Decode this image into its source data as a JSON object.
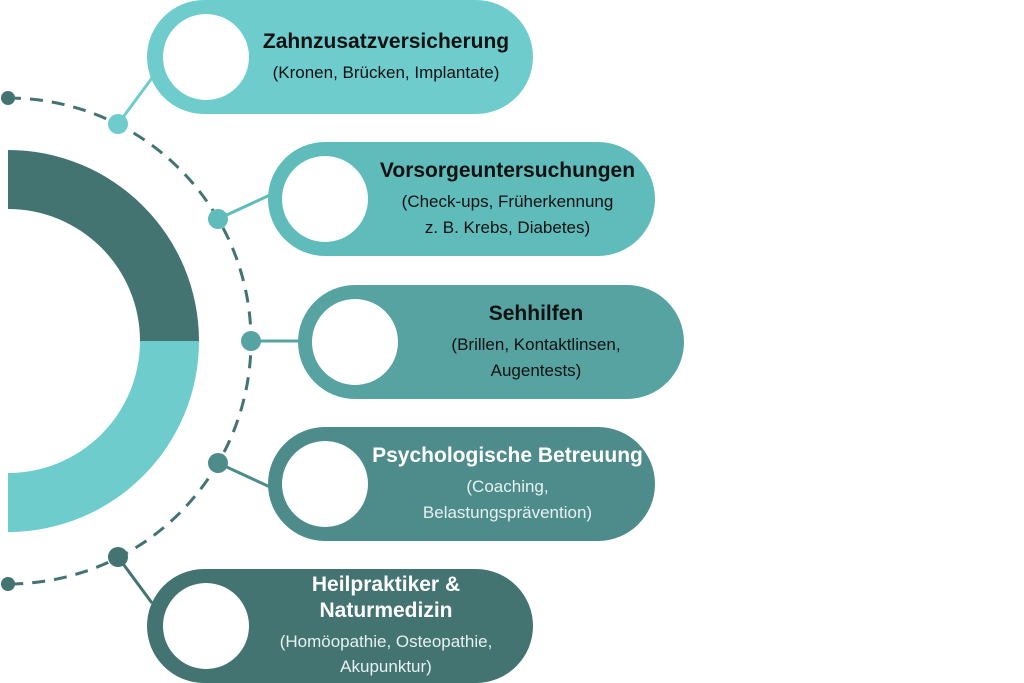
{
  "colors": {
    "pill_1": "#6ecccd",
    "pill_2": "#5fbcbb",
    "pill_3": "#56a3a2",
    "pill_4": "#4d8c8a",
    "pill_5": "#437471",
    "arc_dark": "#437471",
    "arc_light": "#6ecccd",
    "connector": "#437471",
    "connector_light": "#6ecccd"
  },
  "items": [
    {
      "title": "Zahnzusatzversicherung",
      "line1": "(Kronen, Brücken, Implantate)",
      "line2": ""
    },
    {
      "title": "Vorsorgeuntersuchungen",
      "line1": "(Check-ups, Früherkennung",
      "line2": "z. B. Krebs, Diabetes)"
    },
    {
      "title": "Sehhilfen",
      "line1": "(Brillen, Kontaktlinsen,",
      "line2": "Augentests)"
    },
    {
      "title": "Psychologische Betreuung",
      "line1": "(Coaching,",
      "line2": "Belastungsprävention)"
    },
    {
      "title": "Heilpraktiker & Naturmedizin",
      "line1": "(Homöopathie, Osteopathie,",
      "line2": "Akupunktur)"
    }
  ]
}
